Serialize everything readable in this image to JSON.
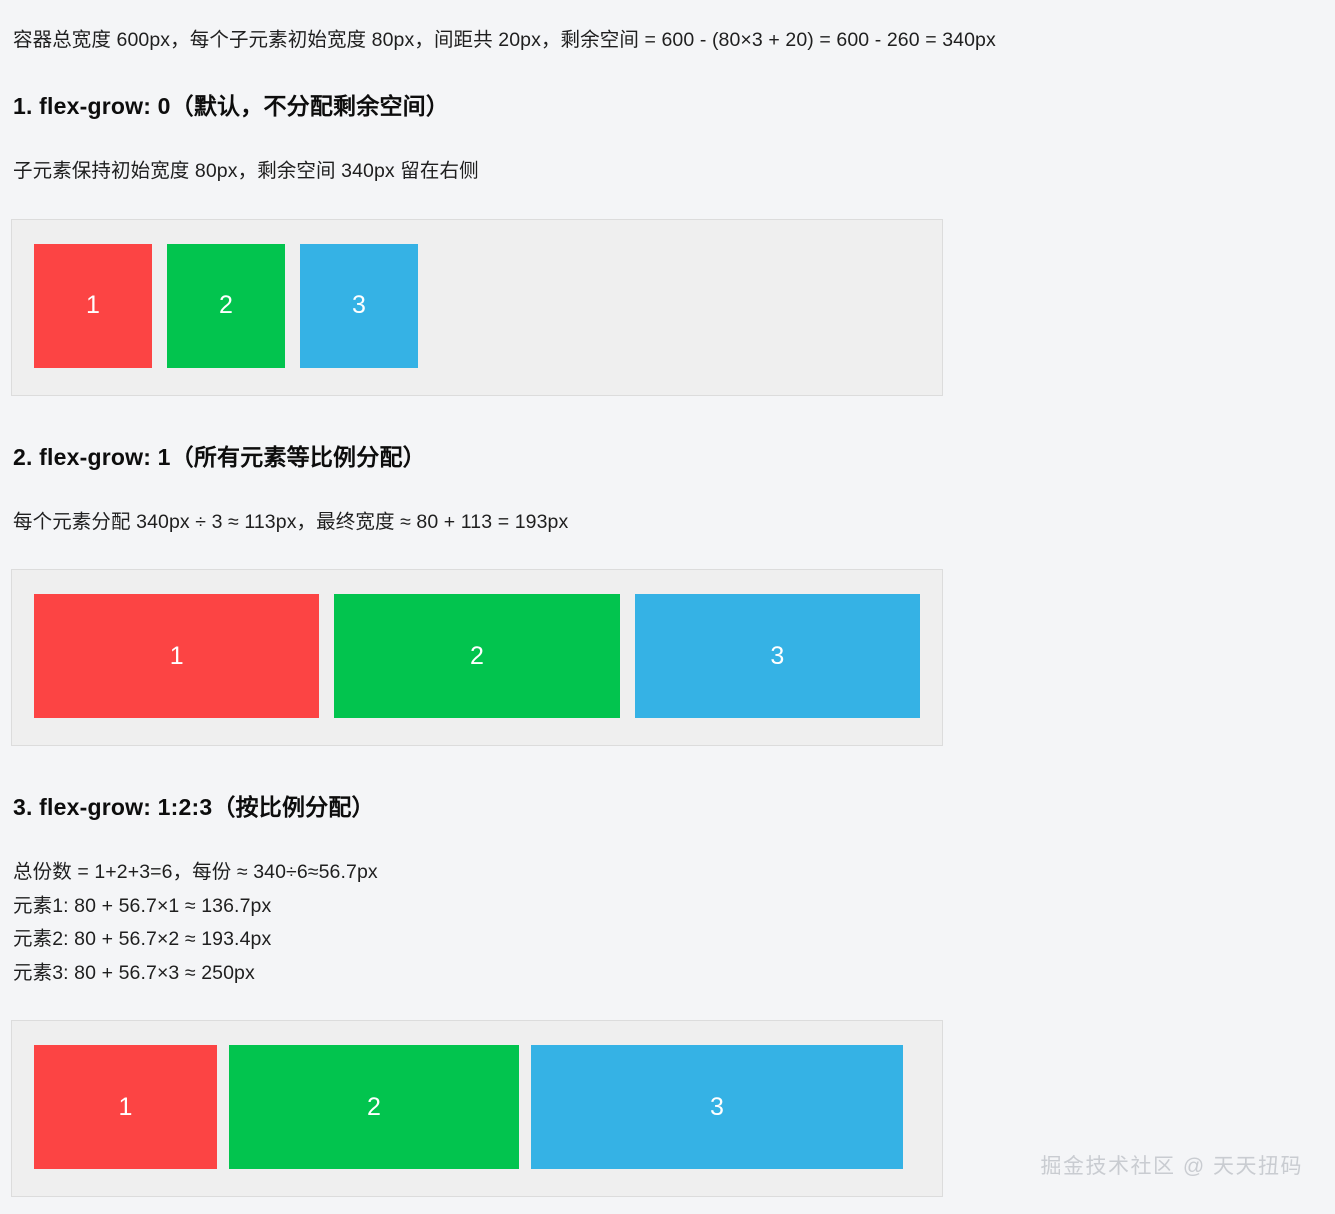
{
  "intro": "容器总宽度 600px，每个子元素初始宽度 80px，间距共 20px，剩余空间 = 600 - (80×3 + 20) = 600 - 260 = 340px",
  "colors": {
    "red": "#fc4444",
    "green": "#02c44e",
    "blue": "#35b2e5",
    "page_background": "#f4f5f7",
    "demo_background": "#efefef",
    "demo_border": "#dcdcdc",
    "watermark": "#c9ccd1"
  },
  "sections": [
    {
      "title": "1. flex-grow: 0（默认，不分配剩余空间）",
      "desc_lines": [
        "子元素保持初始宽度 80px，剩余空间 340px 留在右侧"
      ],
      "boxes": [
        {
          "label": "1",
          "color": "#fc4444"
        },
        {
          "label": "2",
          "color": "#02c44e"
        },
        {
          "label": "3",
          "color": "#35b2e5"
        }
      ]
    },
    {
      "title": "2. flex-grow: 1（所有元素等比例分配）",
      "desc_lines": [
        "每个元素分配 340px ÷ 3 ≈ 113px，最终宽度 ≈ 80 + 113 = 193px"
      ],
      "boxes": [
        {
          "label": "1",
          "color": "#fc4444"
        },
        {
          "label": "2",
          "color": "#02c44e"
        },
        {
          "label": "3",
          "color": "#35b2e5"
        }
      ]
    },
    {
      "title": "3. flex-grow: 1:2:3（按比例分配）",
      "desc_lines": [
        "总份数 = 1+2+3=6，每份 ≈ 340÷6≈56.7px",
        "元素1: 80 + 56.7×1 ≈ 136.7px",
        "元素2: 80 + 56.7×2 ≈ 193.4px",
        "元素3: 80 + 56.7×3 ≈ 250px"
      ],
      "boxes": [
        {
          "label": "1",
          "color": "#fc4444"
        },
        {
          "label": "2",
          "color": "#02c44e"
        },
        {
          "label": "3",
          "color": "#35b2e5"
        }
      ]
    }
  ],
  "watermark": "掘金技术社区 @ 天天扭码"
}
